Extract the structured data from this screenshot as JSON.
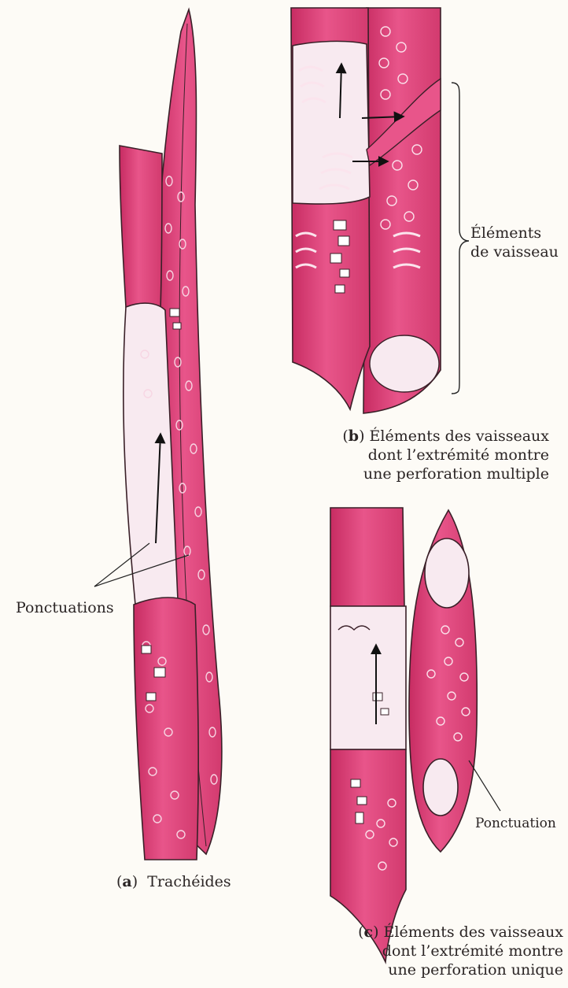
{
  "labels": {
    "ponctuations": "Ponctuations",
    "a": {
      "letter": "a",
      "text": "Trachéides"
    },
    "b": {
      "letter": "b",
      "lines": [
        "Éléments des vaisseaux",
        "dont l’extrémité montre",
        "une perforation multiple"
      ]
    },
    "b_bracket": [
      "Éléments",
      "de vaisseau"
    ],
    "c": {
      "letter": "c",
      "lines": [
        "Éléments des vaisseaux",
        "dont l’extrémité montre",
        "une perforation unique"
      ]
    },
    "ponctuation": "Ponctuation"
  },
  "colors": {
    "cell_wall": "#e0487a",
    "cell_wall_dark": "#b8285a",
    "lumen": "#f8eaf0",
    "outline": "#3a2028",
    "text": "#2a2424"
  }
}
